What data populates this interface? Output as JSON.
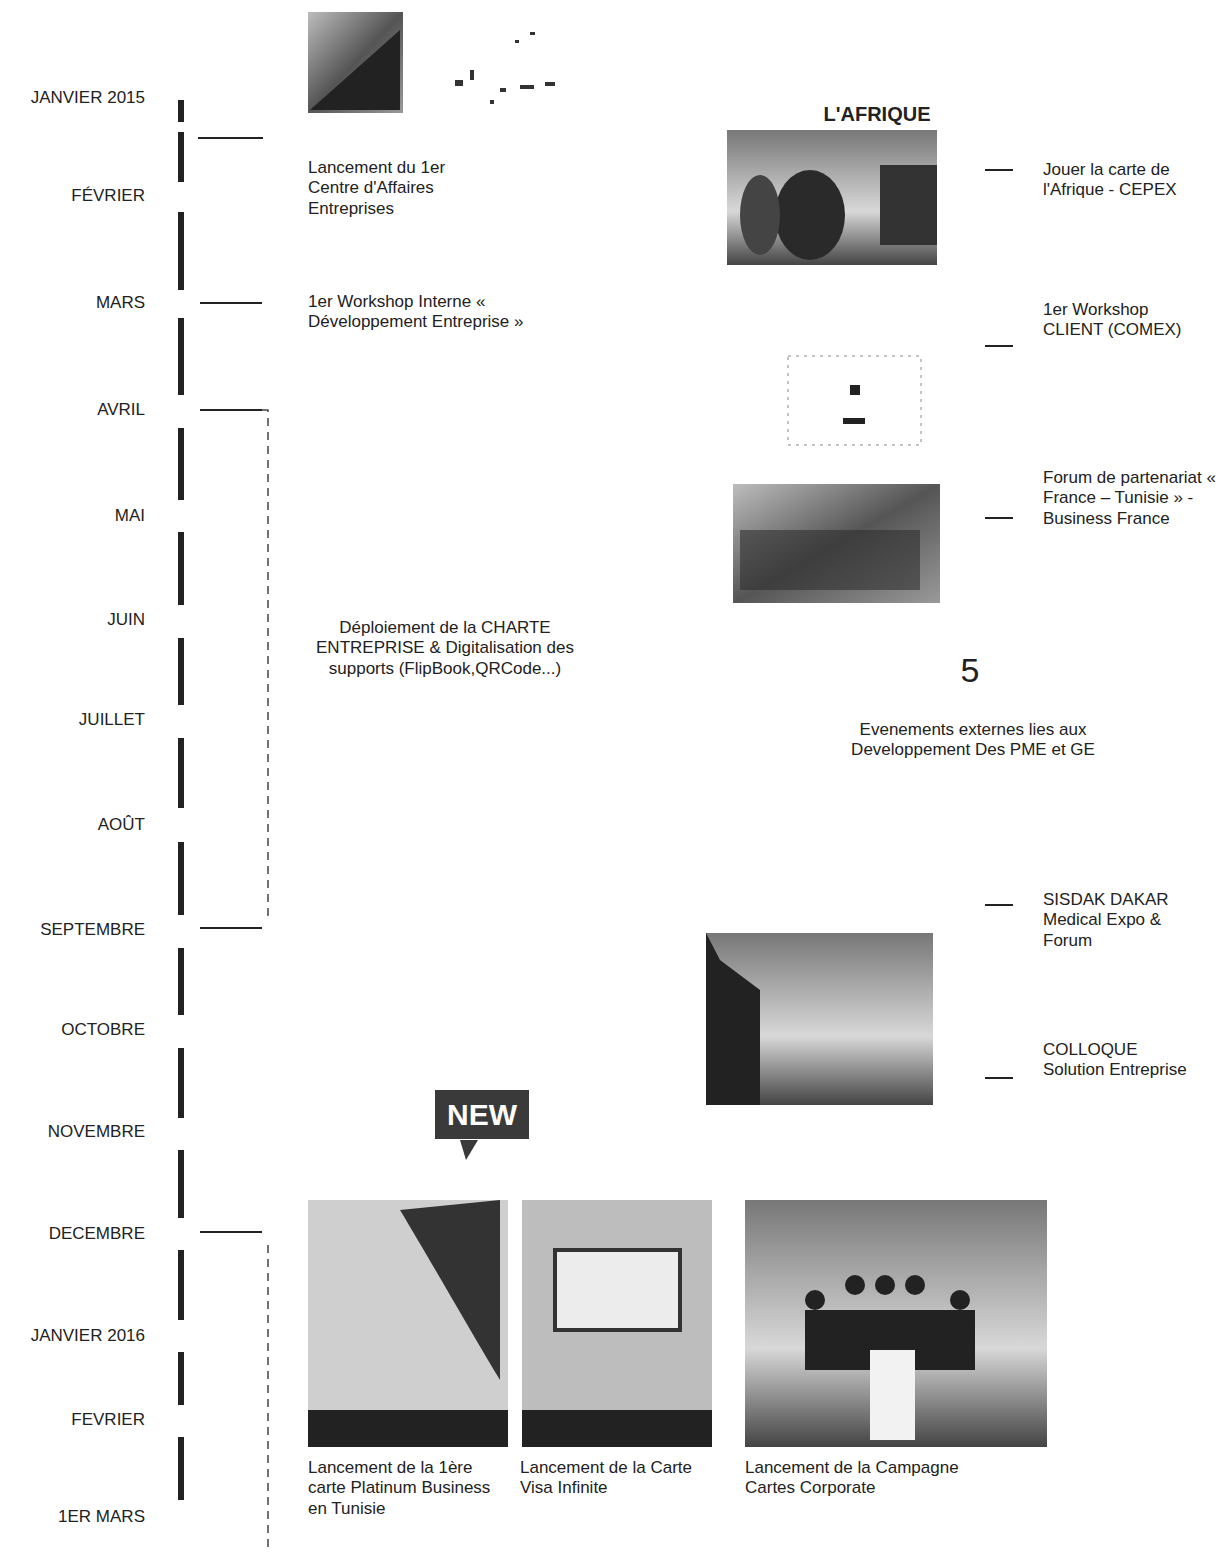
{
  "diagram": {
    "nodes": [
      {
        "text": [
          "NEW"
        ]
      }
    ],
    "labels": [
      "JANVIER 2015",
      "Lancement du 1er Centre d'Affaires Entreprises",
      "FÉVRIER",
      "L'AFRIQUE",
      "Jouer la carte de l'Afrique - CEPEX",
      "MARS",
      "1er Workshop Interne « Développement Entreprise »",
      "1er Workshop CLIENT (COMEX)",
      "AVRIL",
      "Forum de partenariat « France – Tunisie » - Business France",
      "MAI",
      "JUIN",
      "Déploiement de la CHARTE ENTREPRISE & Digitalisation des supports (FlipBook,QRCode...)",
      "JUILLET",
      "5",
      "Evenements externes lies aux Developpement Des PME et GE",
      "AOÛT",
      "SISDAK DAKAR Medical Expo & Forum",
      "SEPTEMBRE",
      "OCTOBRE",
      "COLLOQUE Solution Entreprise",
      "NOVEMBRE",
      "DECEMBRE",
      "JANVIER 2016",
      "FEVRIER",
      "Lancement de la 1ère carte Platinum Business en Tunisie",
      "Lancement de la Carte Visa Infinite",
      "Lancement de la Campagne Cartes Corporate",
      "1ER MARS"
    ]
  }
}
